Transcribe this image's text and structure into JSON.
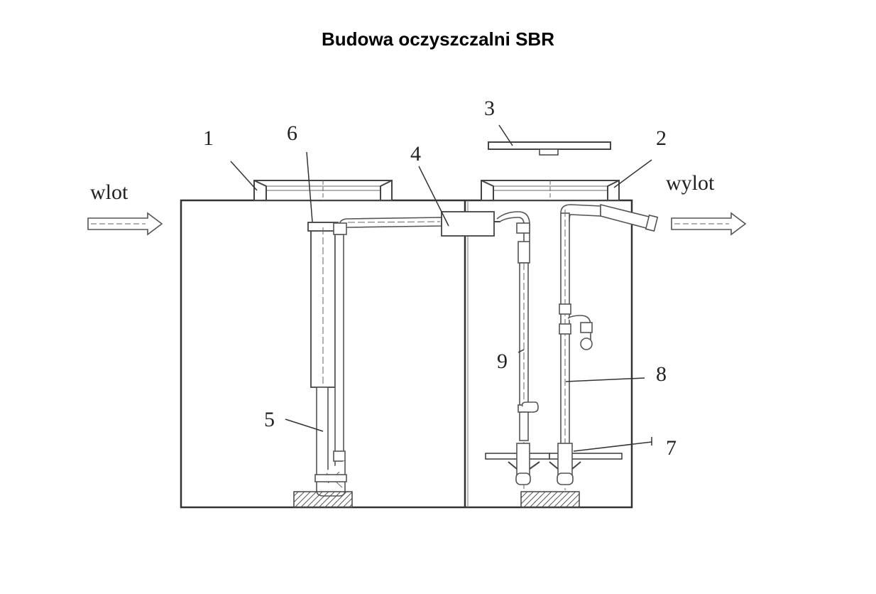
{
  "title": "Budowa oczyszczalni SBR",
  "labels": {
    "inlet": "wlot",
    "outlet": "wylot",
    "n1": "1",
    "n2": "2",
    "n3": "3",
    "n4": "4",
    "n5": "5",
    "n6": "6",
    "n7": "7",
    "n8": "8",
    "n9": "9"
  }
}
